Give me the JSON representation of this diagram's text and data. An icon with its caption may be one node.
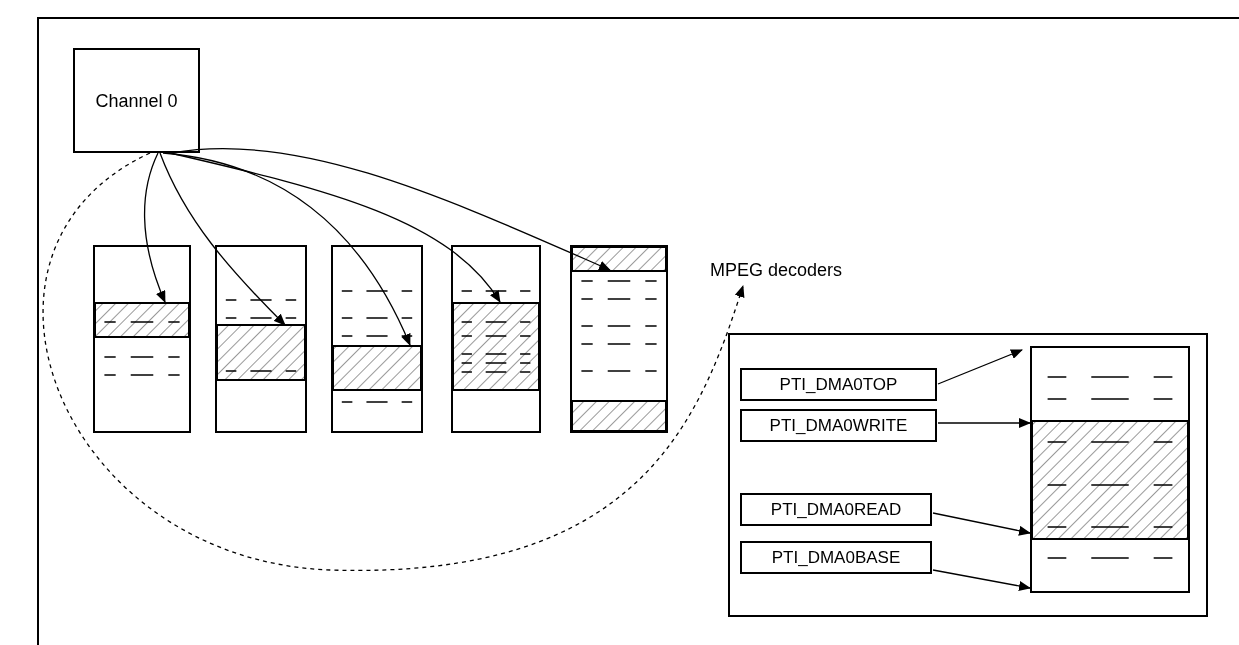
{
  "diagram": {
    "nodes": [
      {
        "text": [
          "Channel 0"
        ]
      },
      {
        "text": [],
        "shape": "box"
      },
      {
        "text": [],
        "shape": "box"
      },
      {
        "text": [],
        "shape": "box"
      },
      {
        "text": [],
        "shape": "box"
      },
      {
        "text": [],
        "shape": "box"
      },
      {
        "text": [
          "MPEG decoders"
        ]
      },
      {
        "text": [],
        "shape": "box"
      },
      {
        "text": [
          "PTI_DMA0TOP"
        ],
        "in": 7
      },
      {
        "text": [
          "PTI_DMA0WRITE"
        ],
        "in": 7
      },
      {
        "text": [
          "PTI_DMA0READ"
        ],
        "in": 7
      },
      {
        "text": [
          "PTI_DMA0BASE"
        ],
        "in": 7
      },
      {
        "text": [],
        "shape": "box",
        "in": 7
      }
    ],
    "edges": [
      {
        "from": 0,
        "to": 1,
        "arrow": "to"
      },
      {
        "from": 0,
        "to": 2,
        "arrow": "to"
      },
      {
        "from": 0,
        "to": 3,
        "arrow": "to"
      },
      {
        "from": 0,
        "to": 4,
        "arrow": "to"
      },
      {
        "from": 0,
        "to": 5,
        "arrow": "to"
      },
      {
        "from": 0,
        "to": 6,
        "arrow": "to",
        "style": "dashed"
      },
      {
        "from": 8,
        "to": 12,
        "arrow": "to"
      },
      {
        "from": 9,
        "to": 12,
        "arrow": "to"
      },
      {
        "from": 10,
        "to": 12,
        "arrow": "to"
      },
      {
        "from": 11,
        "to": 12,
        "arrow": "to"
      }
    ]
  }
}
